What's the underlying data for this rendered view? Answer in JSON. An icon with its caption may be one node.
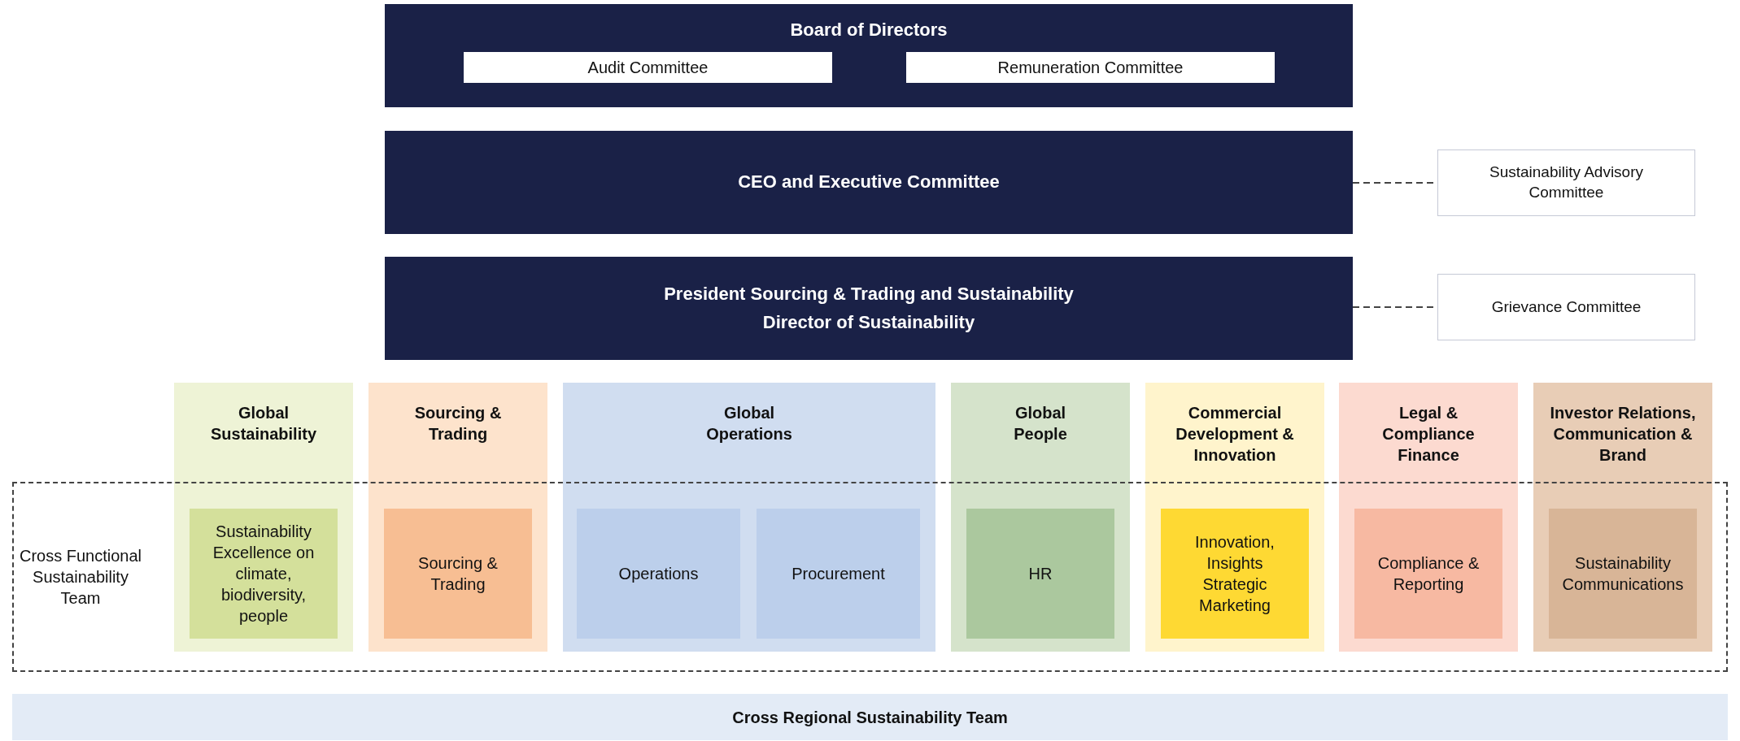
{
  "diagram": {
    "nodes": [
      {
        "text": [
          "Board of Directors"
        ]
      },
      {
        "text": [
          "Audit Committee"
        ],
        "in": 0
      },
      {
        "text": [
          "Remuneration Committee"
        ],
        "in": 0
      },
      {
        "text": [
          "CEO and Executive Committee"
        ]
      },
      {
        "text": [
          "Sustainability Advisory Committee"
        ]
      },
      {
        "text": [
          "President Sourcing & Trading and Sustainability",
          "Director of Sustainability"
        ]
      },
      {
        "text": [
          "Grievance Committee"
        ]
      },
      {
        "text": [
          "Global Sustainability"
        ]
      },
      {
        "text": [
          "Sustainability Excellence on climate, biodiversity, people"
        ]
      },
      {
        "text": [
          "Sourcing & Trading"
        ]
      },
      {
        "text": [
          "Sourcing & Trading"
        ]
      },
      {
        "text": [
          "Global Operations"
        ]
      },
      {
        "text": [
          "Operations"
        ]
      },
      {
        "text": [
          "Procurement"
        ]
      },
      {
        "text": [
          "Global People"
        ]
      },
      {
        "text": [
          "HR"
        ]
      },
      {
        "text": [
          "Commercial Development & Innovation"
        ]
      },
      {
        "text": [
          "Innovation, Insights Strategic Marketing"
        ]
      },
      {
        "text": [
          "Legal & Compliance Finance"
        ]
      },
      {
        "text": [
          "Compliance & Reporting"
        ]
      },
      {
        "text": [
          "Investor Relations, Communication & Brand"
        ]
      },
      {
        "text": [
          "Sustainability Communications"
        ]
      },
      {
        "text": [
          "Cross Functional Sustainability Team"
        ]
      },
      {
        "text": [
          "Cross Regional Sustainability Team"
        ]
      }
    ],
    "edges": [
      {
        "from": 3,
        "to": 4,
        "arrow": "none",
        "style": "dashed"
      },
      {
        "from": 5,
        "to": 6,
        "arrow": "none",
        "style": "dashed"
      }
    ]
  }
}
